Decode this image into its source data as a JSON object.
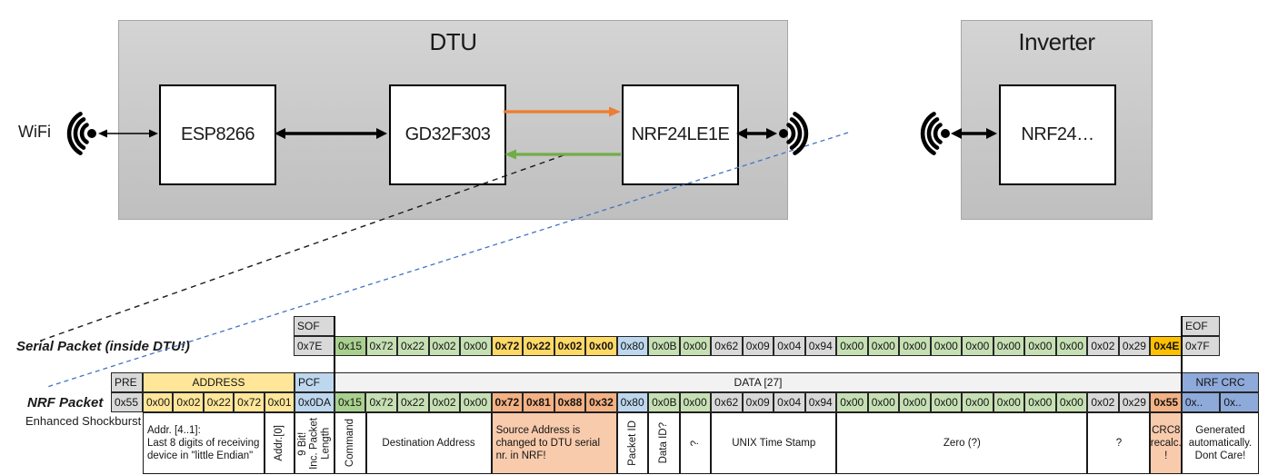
{
  "diagram": {
    "wifi_label": "WiFi",
    "dtu_title": "DTU",
    "inverter_title": "Inverter",
    "components": {
      "esp": "ESP8266",
      "mcu": "GD32F303",
      "nrf_dtu": "NRF24LE1E",
      "nrf_inverter": "NRF24…"
    },
    "icons": [
      "wifi-signal-icon-left",
      "wifi-signal-icon-right",
      "wifi-signal-icon-inverter"
    ]
  },
  "colors": {
    "orange_arrow": "#ED7D31",
    "green_arrow": "#70AD47",
    "blue_dashed_line": "#4472C4",
    "black": "#000000",
    "fill_gray": "#D9D9D9",
    "fill_green_dark": "#A9D08E",
    "fill_green_light": "#C6E0B4",
    "fill_yellow_light": "#FFE699",
    "fill_yellow": "#FFD966",
    "fill_gold": "#FFC000",
    "fill_blue_light": "#BDD7EE",
    "fill_blue_med": "#8EAADB",
    "fill_salmon": "#F4B183",
    "fill_salmon_light": "#F8CBAD"
  },
  "serial_packet": {
    "label": "Serial Packet (inside DTU!)",
    "sof_header": "SOF",
    "sof_value": "0x7E",
    "eof_header": "EOF",
    "eof_value": "0x7F",
    "bytes": [
      {
        "v": "0x15",
        "c": "g1"
      },
      {
        "v": "0x72",
        "c": "g2"
      },
      {
        "v": "0x22",
        "c": "g2"
      },
      {
        "v": "0x02",
        "c": "g2"
      },
      {
        "v": "0x00",
        "c": "g2"
      },
      {
        "v": "0x72",
        "c": "y2",
        "b": true
      },
      {
        "v": "0x22",
        "c": "y2",
        "b": true
      },
      {
        "v": "0x02",
        "c": "y2",
        "b": true
      },
      {
        "v": "0x00",
        "c": "y2",
        "b": true
      },
      {
        "v": "0x80",
        "c": "b1"
      },
      {
        "v": "0x0B",
        "c": "g2"
      },
      {
        "v": "0x00",
        "c": "g2"
      },
      {
        "v": "0x62",
        "c": "gr"
      },
      {
        "v": "0x09",
        "c": "gr"
      },
      {
        "v": "0x04",
        "c": "gr"
      },
      {
        "v": "0x94",
        "c": "gr"
      },
      {
        "v": "0x00",
        "c": "g2"
      },
      {
        "v": "0x00",
        "c": "g2"
      },
      {
        "v": "0x00",
        "c": "g2"
      },
      {
        "v": "0x00",
        "c": "g2"
      },
      {
        "v": "0x00",
        "c": "g2"
      },
      {
        "v": "0x00",
        "c": "g2"
      },
      {
        "v": "0x00",
        "c": "g2"
      },
      {
        "v": "0x00",
        "c": "g2"
      },
      {
        "v": "0x02",
        "c": "gr"
      },
      {
        "v": "0x29",
        "c": "gr"
      },
      {
        "v": "0x4E",
        "c": "gold",
        "b": true
      }
    ]
  },
  "nrf_packet": {
    "label": "NRF Packet",
    "sublabel": "Enhanced Shockburst",
    "headers": [
      {
        "label": "PRE",
        "c": "gr",
        "align": "left"
      },
      {
        "label": "ADDRESS",
        "c": "y1",
        "align": "center"
      },
      {
        "label": "PCF",
        "c": "b1",
        "align": "left"
      },
      {
        "label": "DATA [27]",
        "c": "light",
        "align": "center"
      },
      {
        "label": "NRF CRC",
        "c": "b2",
        "align": "center"
      }
    ],
    "pre_value": {
      "v": "0x55",
      "c": "gr"
    },
    "address_values": [
      {
        "v": "0x00",
        "c": "y1"
      },
      {
        "v": "0x02",
        "c": "y1"
      },
      {
        "v": "0x22",
        "c": "y1"
      },
      {
        "v": "0x72",
        "c": "y1"
      },
      {
        "v": "0x01",
        "c": "y1"
      }
    ],
    "pcf_value": {
      "v": "0x0DA",
      "c": "b1"
    },
    "data_bytes": [
      {
        "v": "0x15",
        "c": "g1"
      },
      {
        "v": "0x72",
        "c": "g2"
      },
      {
        "v": "0x22",
        "c": "g2"
      },
      {
        "v": "0x02",
        "c": "g2"
      },
      {
        "v": "0x00",
        "c": "g2"
      },
      {
        "v": "0x72",
        "c": "s1",
        "b": true
      },
      {
        "v": "0x81",
        "c": "s1",
        "b": true
      },
      {
        "v": "0x88",
        "c": "s1",
        "b": true
      },
      {
        "v": "0x32",
        "c": "s1",
        "b": true
      },
      {
        "v": "0x80",
        "c": "b1"
      },
      {
        "v": "0x0B",
        "c": "g2"
      },
      {
        "v": "0x00",
        "c": "g2"
      },
      {
        "v": "0x62",
        "c": "gr"
      },
      {
        "v": "0x09",
        "c": "gr"
      },
      {
        "v": "0x04",
        "c": "gr"
      },
      {
        "v": "0x94",
        "c": "gr"
      },
      {
        "v": "0x00",
        "c": "g2"
      },
      {
        "v": "0x00",
        "c": "g2"
      },
      {
        "v": "0x00",
        "c": "g2"
      },
      {
        "v": "0x00",
        "c": "g2"
      },
      {
        "v": "0x00",
        "c": "g2"
      },
      {
        "v": "0x00",
        "c": "g2"
      },
      {
        "v": "0x00",
        "c": "g2"
      },
      {
        "v": "0x00",
        "c": "g2"
      },
      {
        "v": "0x02",
        "c": "gr"
      },
      {
        "v": "0x29",
        "c": "gr"
      },
      {
        "v": "0x55",
        "c": "s1",
        "b": true
      }
    ],
    "crc_values": [
      {
        "v": "0x..",
        "c": "b2"
      },
      {
        "v": "0x..",
        "c": "b2"
      }
    ],
    "annotations": [
      {
        "text": "Addr. [4..1]:\nLast 8 digits of receiving\ndevice in \"little Endian\"",
        "span": 4,
        "unit": "addr",
        "align": "left",
        "c": "w"
      },
      {
        "text": "Addr.[0]",
        "span": 1,
        "unit": "addr",
        "vertical": true,
        "c": "w"
      },
      {
        "text": "9 Bit!\nInc. Packet\nLength",
        "span": 1,
        "unit": "pcf",
        "vertical": true,
        "c": "w"
      },
      {
        "text": "Command",
        "span": 1,
        "unit": "data",
        "vertical": true,
        "c": "w"
      },
      {
        "text": "Destination Address",
        "span": 4,
        "unit": "data",
        "c": "w"
      },
      {
        "text": "Source Address is\nchanged to DTU serial\nnr. in NRF!",
        "span": 4,
        "unit": "data",
        "align": "left",
        "c": "s2"
      },
      {
        "text": "Packet ID",
        "span": 1,
        "unit": "data",
        "vertical": true,
        "c": "w"
      },
      {
        "text": "Data ID?",
        "span": 1,
        "unit": "data",
        "vertical": true,
        "c": "w"
      },
      {
        "text": "?",
        "span": 1,
        "unit": "data",
        "vertical": true,
        "c": "w"
      },
      {
        "text": "UNIX Time Stamp",
        "span": 4,
        "unit": "data",
        "c": "w"
      },
      {
        "text": "Zero (?)",
        "span": 8,
        "unit": "data",
        "c": "w"
      },
      {
        "text": "?",
        "span": 2,
        "unit": "data",
        "c": "w"
      },
      {
        "text": "CRC8\nrecalc.\n!",
        "span": 1,
        "unit": "data",
        "c": "s2"
      },
      {
        "text": "Generated\nautomatically.\nDont Care!",
        "span": 2,
        "unit": "crc",
        "c": "w"
      }
    ]
  }
}
